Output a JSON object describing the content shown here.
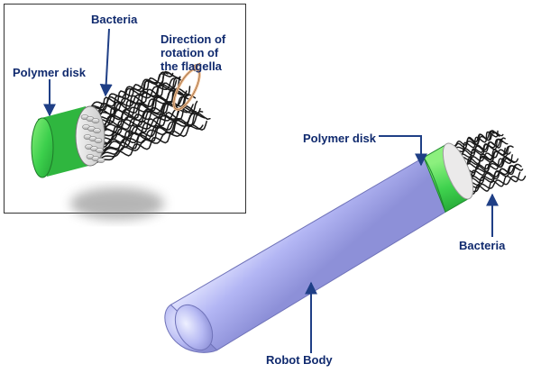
{
  "diagram": {
    "inset": {
      "bacteria_label": "Bacteria",
      "polymer_disk_label": "Polymer disk",
      "rotation_label_lines": [
        "Direction  of",
        "rotation    of",
        "the flagella"
      ]
    },
    "main": {
      "polymer_disk_label": "Polymer disk",
      "bacteria_label": "Bacteria",
      "robot_body_label": "Robot  Body"
    },
    "colors": {
      "label_text": "#102a6e",
      "arrow": "#1f3f86",
      "robot_body": "#aeb2f4",
      "polymer_disk": "#3ed450",
      "rotation_arrow": "#f0b98a",
      "flagella": "#1a1a1a"
    }
  }
}
